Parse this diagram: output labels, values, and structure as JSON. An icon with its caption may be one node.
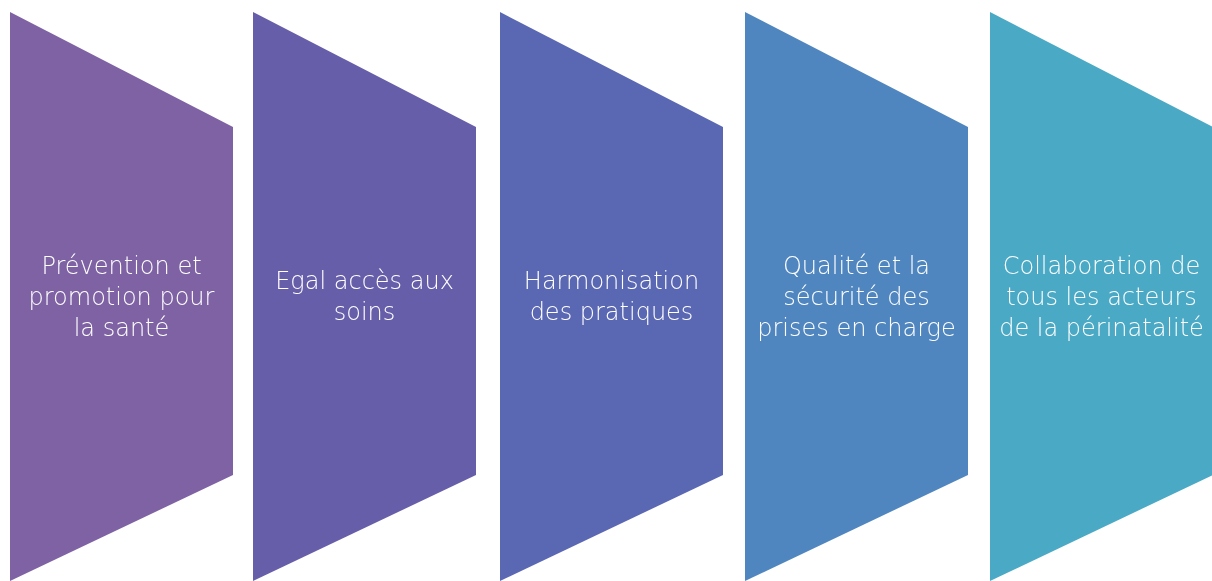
{
  "diagram": {
    "nodes": [
      {
        "text": [
          "Prévention et promotion pour la santé"
        ]
      },
      {
        "text": [
          "Egal accès aux soins"
        ]
      },
      {
        "text": [
          "Harmonisation des pratiques"
        ]
      },
      {
        "text": [
          "Qualité et la sécurité des prises en charge"
        ]
      },
      {
        "text": [
          "Collaboration de tous les acteurs de la périnatalité"
        ]
      }
    ]
  }
}
